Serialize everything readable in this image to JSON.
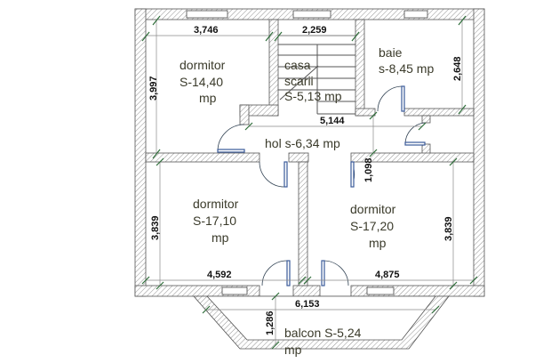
{
  "rooms": {
    "bedroom_nw": {
      "name": "dormitor",
      "area": "S-14,40",
      "unit": "mp"
    },
    "stairs": {
      "name1": "casa",
      "name2": "scarii",
      "area": "S-5,13 mp"
    },
    "bath": {
      "name": "baie",
      "area": "s-8,45 mp"
    },
    "hall": {
      "label": "hol s-6,34 mp"
    },
    "bedroom_sw": {
      "name": "dormitor",
      "area": "S-17,10",
      "unit": "mp"
    },
    "bedroom_se": {
      "name": "dormitor",
      "area": "S-17,20",
      "unit": "mp"
    },
    "balcony": {
      "label": "balcon S-5,24",
      "unit": "mp"
    }
  },
  "dimensions": {
    "nw_width": "3,746",
    "stairs_width": "2,259",
    "nw_height": "3,997",
    "bath_height": "2,648",
    "hall_length": "5,144",
    "hall_width": "1,098",
    "sw_height": "3,839",
    "se_height": "3,839",
    "sw_width": "4,592",
    "se_width": "4,875",
    "balcony_width": "6,153",
    "balcony_depth": "1,286"
  },
  "colors": {
    "dimension_tick": "#2f6e3a",
    "text": "#3a3a2a"
  }
}
